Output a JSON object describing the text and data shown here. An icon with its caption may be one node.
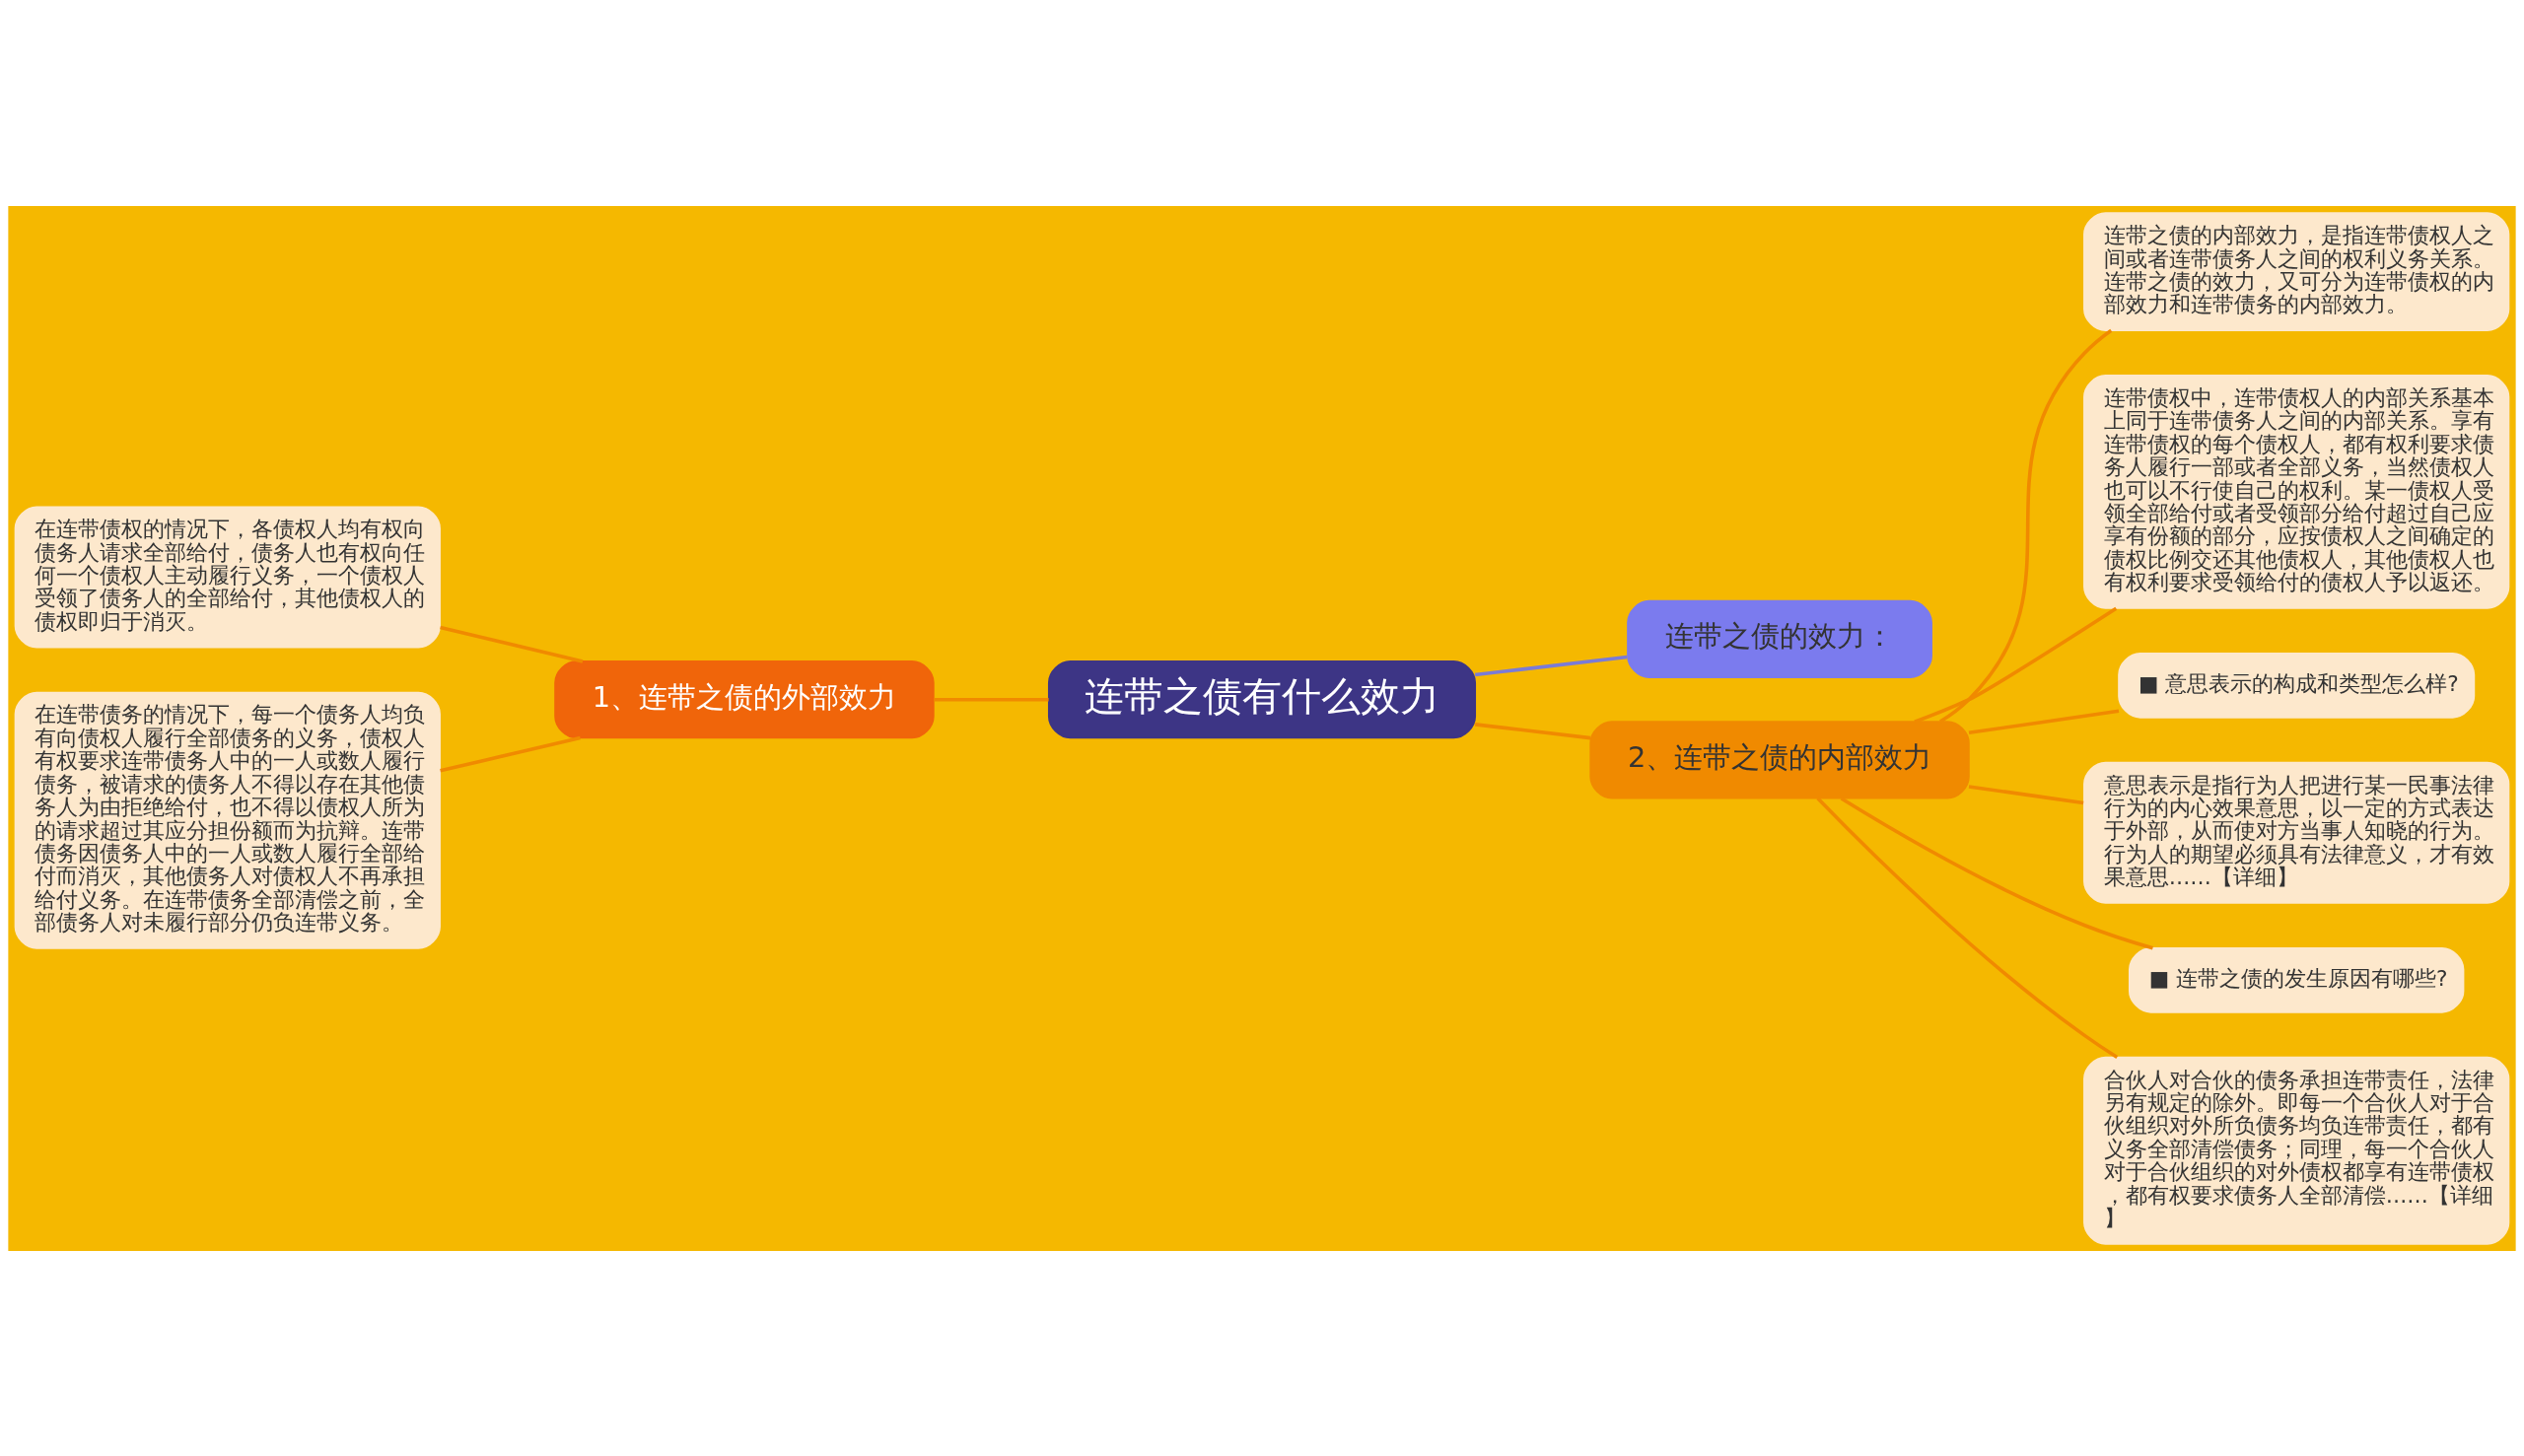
{
  "diagram": {
    "nodes": [
      {
        "text": [
          "连带之债有什么效力"
        ]
      },
      {
        "text": [
          "1、连带之债的外部效力"
        ]
      },
      {
        "text": [
          "在连带债权的情况下，各债权人均有权向债务人请求全部给付，债务人也有权向任何一个债权人主动履行义务，一个债权人受领了债务人的全部给付，其他债权人的债权即归于消灭。"
        ]
      },
      {
        "text": [
          "在连带债务的情况下，每一个债务人均负有向债权人履行全部债务的义务，债权人有权要求连带债务人中的一人或数人履行债务，被请求的债务人不得以存在其他债务人为由拒绝给付，也不得以债权人所为的请求超过其应分担份额而为抗辩。连带债务因债务人中的一人或数人履行全部给付而消灭，其他债务人对债权人不再承担给付义务。在连带债务全部清偿之前，全部债务人对未履行部分仍负连带义务。"
        ]
      },
      {
        "text": [
          "连带之债的效力："
        ]
      },
      {
        "text": [
          "2、连带之债的内部效力"
        ]
      },
      {
        "text": [
          "连带之债的内部效力，是指连带债权人之间或者连带债务人之间的权利义务关系。连带之债的效力，又可分为连带债权的内部效力和连带债务的内部效力。"
        ]
      },
      {
        "text": [
          "连带债权中，连带债权人的内部关系基本上同于连带债务人之间的内部关系。享有连带债权的每个债权人，都有权利要求债务人履行一部或者全部义务，当然债权人也可以不行使自己的权利。某一债权人受领全部给付或者受领部分给付超过自己应享有份额的部分，应按债权人之间确定的债权比例交还其他债权人，其他债权人也有权利要求受领给付的债权人予以返还。"
        ]
      },
      {
        "text": [
          "■ 意思表示的构成和类型怎么样?"
        ]
      },
      {
        "text": [
          "意思表示是指行为人把进行某一民事法律行为的内心效果意思，以一定的方式表达于外部，从而使对方当事人知晓的行为。行为人的期望必须具有法律意义，才有效果意思……【详细】"
        ]
      },
      {
        "text": [
          "■ 连带之债的发生原因有哪些?"
        ]
      },
      {
        "text": [
          "合伙人对合伙的债务承担连带责任，法律另有规定的除外。即每一个合伙人对于合伙组织对外所负债务均负连带责任，都有义务全部清偿债务；同理，每一个合伙人对于合伙组织的对外债权都享有连带债权，都有权要求债务人全部清偿……【详细】"
        ]
      }
    ],
    "edges": [
      {
        "from": 0,
        "to": 1,
        "arrow": "none"
      },
      {
        "from": 1,
        "to": 2,
        "arrow": "none"
      },
      {
        "from": 1,
        "to": 3,
        "arrow": "none"
      },
      {
        "from": 0,
        "to": 4,
        "arrow": "none",
        "color": "#7b7bd6"
      },
      {
        "from": 0,
        "to": 5,
        "arrow": "none"
      },
      {
        "from": 5,
        "to": 6,
        "arrow": "none"
      },
      {
        "from": 5,
        "to": 7,
        "arrow": "none"
      },
      {
        "from": 5,
        "to": 8,
        "arrow": "none"
      },
      {
        "from": 5,
        "to": 9,
        "arrow": "none"
      },
      {
        "from": 5,
        "to": 10,
        "arrow": "none"
      },
      {
        "from": 5,
        "to": 11,
        "arrow": "none"
      }
    ]
  }
}
